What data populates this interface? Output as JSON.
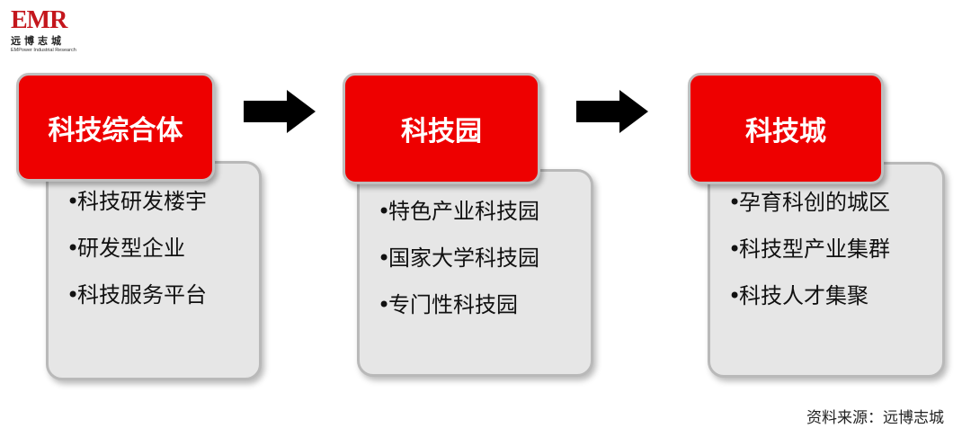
{
  "logo": {
    "mark": "EMR",
    "cn": "远博志城",
    "en": "EMPower Industrial Research"
  },
  "stages": [
    {
      "title": "科技综合体",
      "items": [
        "科技研发楼宇",
        "研发型企业",
        "科技服务平台"
      ]
    },
    {
      "title": "科技园",
      "items": [
        "特色产业科技园",
        "国家大学科技园",
        "专门性科技园"
      ]
    },
    {
      "title": "科技城",
      "items": [
        "孕育科创的城区",
        "科技型产业集群",
        "科技人才集聚"
      ]
    }
  ],
  "bullet": "•",
  "source": "资料来源：远博志城",
  "colors": {
    "title_bg": "#ee0000",
    "detail_bg": "#e6e6e6",
    "border": "#bfbfbf",
    "arrow": "#000000",
    "logo": "#c4161c"
  }
}
